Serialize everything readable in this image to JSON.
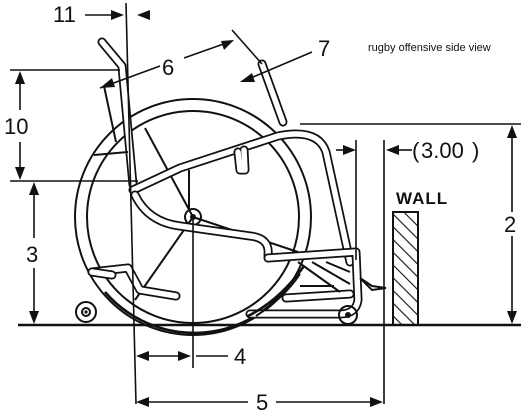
{
  "caption": "rugby offensive side view",
  "wall_label": "WALL",
  "dimension_labels": {
    "d2": "2",
    "d3": "3",
    "d4": "4",
    "d5": "5",
    "d6": "6",
    "d7": "7",
    "d10": "10",
    "d11": "11",
    "wall_gap": "3.00"
  },
  "icons": [
    "wheelchair-drawing",
    "wall-hatch"
  ]
}
